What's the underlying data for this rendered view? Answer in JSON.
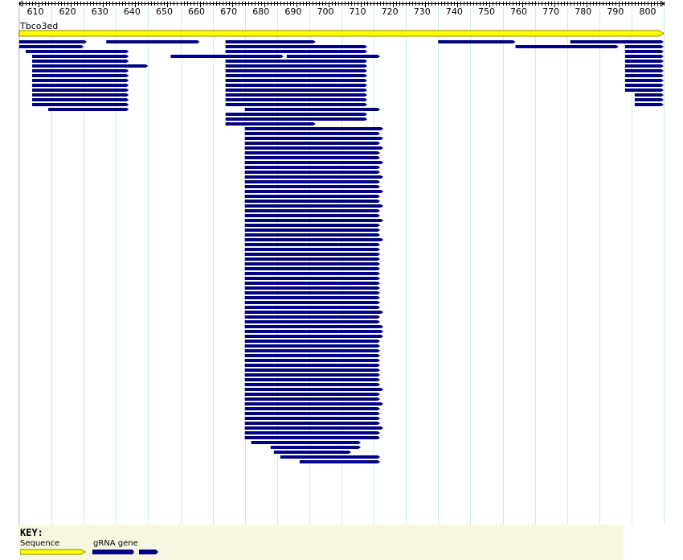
{
  "sequence": {
    "name": "Tbco3ed",
    "start": 604,
    "end": 804
  },
  "ruler": {
    "tick_labels": [
      "610",
      "620",
      "630",
      "640",
      "650",
      "660",
      "670",
      "680",
      "690",
      "700",
      "710",
      "720",
      "730",
      "740",
      "750",
      "760",
      "770",
      "780",
      "790",
      "800"
    ],
    "tick_values": [
      610,
      620,
      630,
      640,
      650,
      660,
      670,
      680,
      690,
      700,
      710,
      720,
      730,
      740,
      750,
      760,
      770,
      780,
      790,
      800
    ]
  },
  "colors": {
    "sequence_fill": "#ffff00",
    "sequence_border": "#888800",
    "feature_fill": "#000080",
    "grid": "#c8eef0",
    "key_bg": "#f7f7e1"
  },
  "key": {
    "title": "KEY:",
    "items": [
      {
        "label": "Sequence",
        "icon": "yellow-arrow-icon"
      },
      {
        "label": "gRNA gene",
        "icon": "blue-feature-icon"
      }
    ]
  },
  "chart_data": {
    "type": "feature-track",
    "x_range": [
      604,
      804
    ],
    "features": [
      {
        "row": 0,
        "start": 604,
        "end": 625
      },
      {
        "row": 0,
        "start": 631,
        "end": 660
      },
      {
        "row": 0,
        "start": 668,
        "end": 696
      },
      {
        "row": 0,
        "start": 734,
        "end": 758
      },
      {
        "row": 0,
        "start": 775,
        "end": 804
      },
      {
        "row": 1,
        "start": 604,
        "end": 624
      },
      {
        "row": 1,
        "start": 668,
        "end": 712
      },
      {
        "row": 1,
        "start": 758,
        "end": 790
      },
      {
        "row": 1,
        "start": 792,
        "end": 804
      },
      {
        "row": 2,
        "start": 606,
        "end": 638
      },
      {
        "row": 2,
        "start": 668,
        "end": 712
      },
      {
        "row": 2,
        "start": 792,
        "end": 804
      },
      {
        "row": 3,
        "start": 608,
        "end": 638
      },
      {
        "row": 3,
        "start": 651,
        "end": 686
      },
      {
        "row": 3,
        "start": 668,
        "end": 686
      },
      {
        "row": 3,
        "start": 687,
        "end": 716
      },
      {
        "row": 3,
        "start": 792,
        "end": 804
      },
      {
        "row": 4,
        "start": 608,
        "end": 638
      },
      {
        "row": 4,
        "start": 668,
        "end": 712
      },
      {
        "row": 4,
        "start": 792,
        "end": 804
      },
      {
        "row": 5,
        "start": 608,
        "end": 644
      },
      {
        "row": 5,
        "start": 668,
        "end": 712
      },
      {
        "row": 5,
        "start": 792,
        "end": 804
      },
      {
        "row": 6,
        "start": 608,
        "end": 638
      },
      {
        "row": 6,
        "start": 668,
        "end": 712
      },
      {
        "row": 6,
        "start": 792,
        "end": 804
      },
      {
        "row": 7,
        "start": 608,
        "end": 638
      },
      {
        "row": 7,
        "start": 668,
        "end": 712
      },
      {
        "row": 7,
        "start": 792,
        "end": 804
      },
      {
        "row": 8,
        "start": 608,
        "end": 638
      },
      {
        "row": 8,
        "start": 668,
        "end": 712
      },
      {
        "row": 8,
        "start": 792,
        "end": 804
      },
      {
        "row": 9,
        "start": 608,
        "end": 638
      },
      {
        "row": 9,
        "start": 668,
        "end": 712
      },
      {
        "row": 9,
        "start": 792,
        "end": 804
      },
      {
        "row": 10,
        "start": 608,
        "end": 638
      },
      {
        "row": 10,
        "start": 668,
        "end": 712
      },
      {
        "row": 10,
        "start": 792,
        "end": 804
      },
      {
        "row": 11,
        "start": 608,
        "end": 638
      },
      {
        "row": 11,
        "start": 668,
        "end": 712
      },
      {
        "row": 11,
        "start": 795,
        "end": 804
      },
      {
        "row": 12,
        "start": 608,
        "end": 638
      },
      {
        "row": 12,
        "start": 668,
        "end": 712
      },
      {
        "row": 12,
        "start": 795,
        "end": 804
      },
      {
        "row": 13,
        "start": 608,
        "end": 638
      },
      {
        "row": 13,
        "start": 668,
        "end": 712
      },
      {
        "row": 13,
        "start": 795,
        "end": 804
      },
      {
        "row": 14,
        "start": 613,
        "end": 638
      },
      {
        "row": 14,
        "start": 674,
        "end": 716
      },
      {
        "row": 15,
        "start": 668,
        "end": 712
      },
      {
        "row": 16,
        "start": 668,
        "end": 712
      },
      {
        "row": 17,
        "start": 668,
        "end": 696
      },
      {
        "row": 18,
        "start": 674,
        "end": 717
      },
      {
        "row": 19,
        "start": 674,
        "end": 716
      },
      {
        "row": 20,
        "start": 674,
        "end": 717
      },
      {
        "row": 21,
        "start": 674,
        "end": 716
      },
      {
        "row": 22,
        "start": 674,
        "end": 717
      },
      {
        "row": 23,
        "start": 674,
        "end": 716
      },
      {
        "row": 24,
        "start": 674,
        "end": 716
      },
      {
        "row": 25,
        "start": 674,
        "end": 717
      },
      {
        "row": 26,
        "start": 674,
        "end": 716
      },
      {
        "row": 27,
        "start": 674,
        "end": 716
      },
      {
        "row": 28,
        "start": 674,
        "end": 717
      },
      {
        "row": 29,
        "start": 674,
        "end": 716
      },
      {
        "row": 30,
        "start": 674,
        "end": 716
      },
      {
        "row": 31,
        "start": 674,
        "end": 717
      },
      {
        "row": 32,
        "start": 674,
        "end": 716
      },
      {
        "row": 33,
        "start": 674,
        "end": 716
      },
      {
        "row": 34,
        "start": 674,
        "end": 717
      },
      {
        "row": 35,
        "start": 674,
        "end": 716
      },
      {
        "row": 36,
        "start": 674,
        "end": 716
      },
      {
        "row": 37,
        "start": 674,
        "end": 717
      },
      {
        "row": 38,
        "start": 674,
        "end": 716
      },
      {
        "row": 39,
        "start": 674,
        "end": 716
      },
      {
        "row": 40,
        "start": 674,
        "end": 716
      },
      {
        "row": 41,
        "start": 674,
        "end": 717
      },
      {
        "row": 42,
        "start": 674,
        "end": 716
      },
      {
        "row": 43,
        "start": 674,
        "end": 716
      },
      {
        "row": 44,
        "start": 674,
        "end": 716
      },
      {
        "row": 45,
        "start": 674,
        "end": 716
      },
      {
        "row": 46,
        "start": 674,
        "end": 716
      },
      {
        "row": 47,
        "start": 674,
        "end": 716
      },
      {
        "row": 48,
        "start": 674,
        "end": 716
      },
      {
        "row": 49,
        "start": 674,
        "end": 716
      },
      {
        "row": 50,
        "start": 674,
        "end": 716
      },
      {
        "row": 51,
        "start": 674,
        "end": 716
      },
      {
        "row": 52,
        "start": 674,
        "end": 716
      },
      {
        "row": 53,
        "start": 674,
        "end": 716
      },
      {
        "row": 54,
        "start": 674,
        "end": 716
      },
      {
        "row": 55,
        "start": 674,
        "end": 716
      },
      {
        "row": 56,
        "start": 674,
        "end": 717
      },
      {
        "row": 57,
        "start": 674,
        "end": 716
      },
      {
        "row": 58,
        "start": 674,
        "end": 716
      },
      {
        "row": 59,
        "start": 674,
        "end": 717
      },
      {
        "row": 60,
        "start": 674,
        "end": 717
      },
      {
        "row": 61,
        "start": 674,
        "end": 717
      },
      {
        "row": 62,
        "start": 674,
        "end": 716
      },
      {
        "row": 63,
        "start": 674,
        "end": 716
      },
      {
        "row": 64,
        "start": 674,
        "end": 716
      },
      {
        "row": 65,
        "start": 674,
        "end": 716
      },
      {
        "row": 66,
        "start": 674,
        "end": 716
      },
      {
        "row": 67,
        "start": 674,
        "end": 716
      },
      {
        "row": 68,
        "start": 674,
        "end": 716
      },
      {
        "row": 69,
        "start": 674,
        "end": 716
      },
      {
        "row": 70,
        "start": 674,
        "end": 716
      },
      {
        "row": 71,
        "start": 674,
        "end": 716
      },
      {
        "row": 72,
        "start": 674,
        "end": 717
      },
      {
        "row": 73,
        "start": 674,
        "end": 716
      },
      {
        "row": 74,
        "start": 674,
        "end": 716
      },
      {
        "row": 75,
        "start": 674,
        "end": 717
      },
      {
        "row": 76,
        "start": 674,
        "end": 716
      },
      {
        "row": 77,
        "start": 674,
        "end": 716
      },
      {
        "row": 78,
        "start": 674,
        "end": 716
      },
      {
        "row": 79,
        "start": 674,
        "end": 716
      },
      {
        "row": 80,
        "start": 674,
        "end": 717
      },
      {
        "row": 81,
        "start": 674,
        "end": 716
      },
      {
        "row": 82,
        "start": 674,
        "end": 716
      },
      {
        "row": 83,
        "start": 676,
        "end": 710
      },
      {
        "row": 84,
        "start": 682,
        "end": 710
      },
      {
        "row": 85,
        "start": 683,
        "end": 707
      },
      {
        "row": 86,
        "start": 685,
        "end": 716
      },
      {
        "row": 87,
        "start": 691,
        "end": 716
      }
    ]
  }
}
